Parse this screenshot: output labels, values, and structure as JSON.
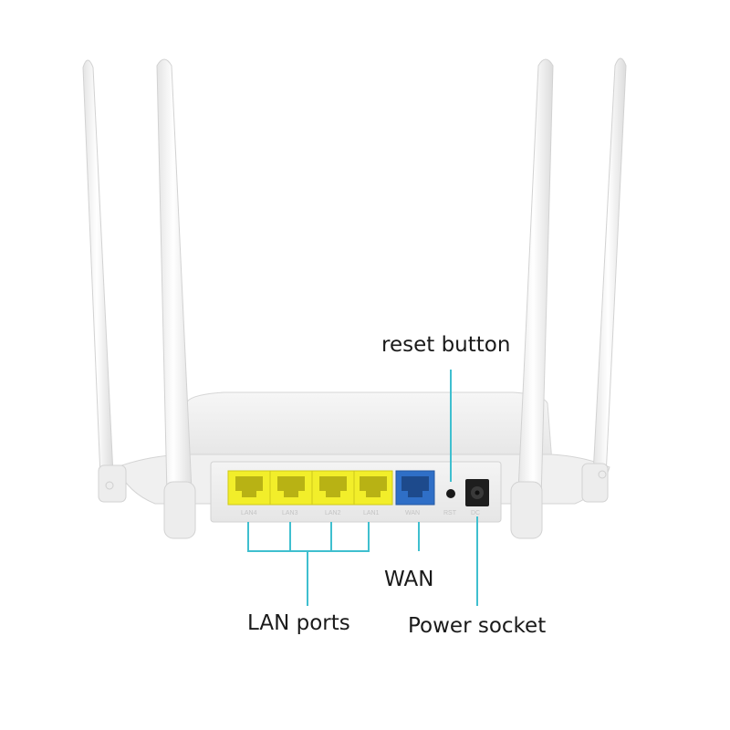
{
  "labels": {
    "reset": "reset button",
    "wan": "WAN",
    "lan": "LAN ports",
    "power": "Power socket"
  },
  "port_labels": {
    "lan4": "LAN4",
    "lan3": "LAN3",
    "lan2": "LAN2",
    "lan1": "LAN1",
    "wan": "WAN",
    "rst": "RST",
    "dc": "DC"
  },
  "colors": {
    "leader_line": "#3fbfcf",
    "lan_port": "#f2ee2a",
    "wan_port": "#2f6fc7",
    "router_body": "#ececec",
    "background": "#ffffff"
  }
}
